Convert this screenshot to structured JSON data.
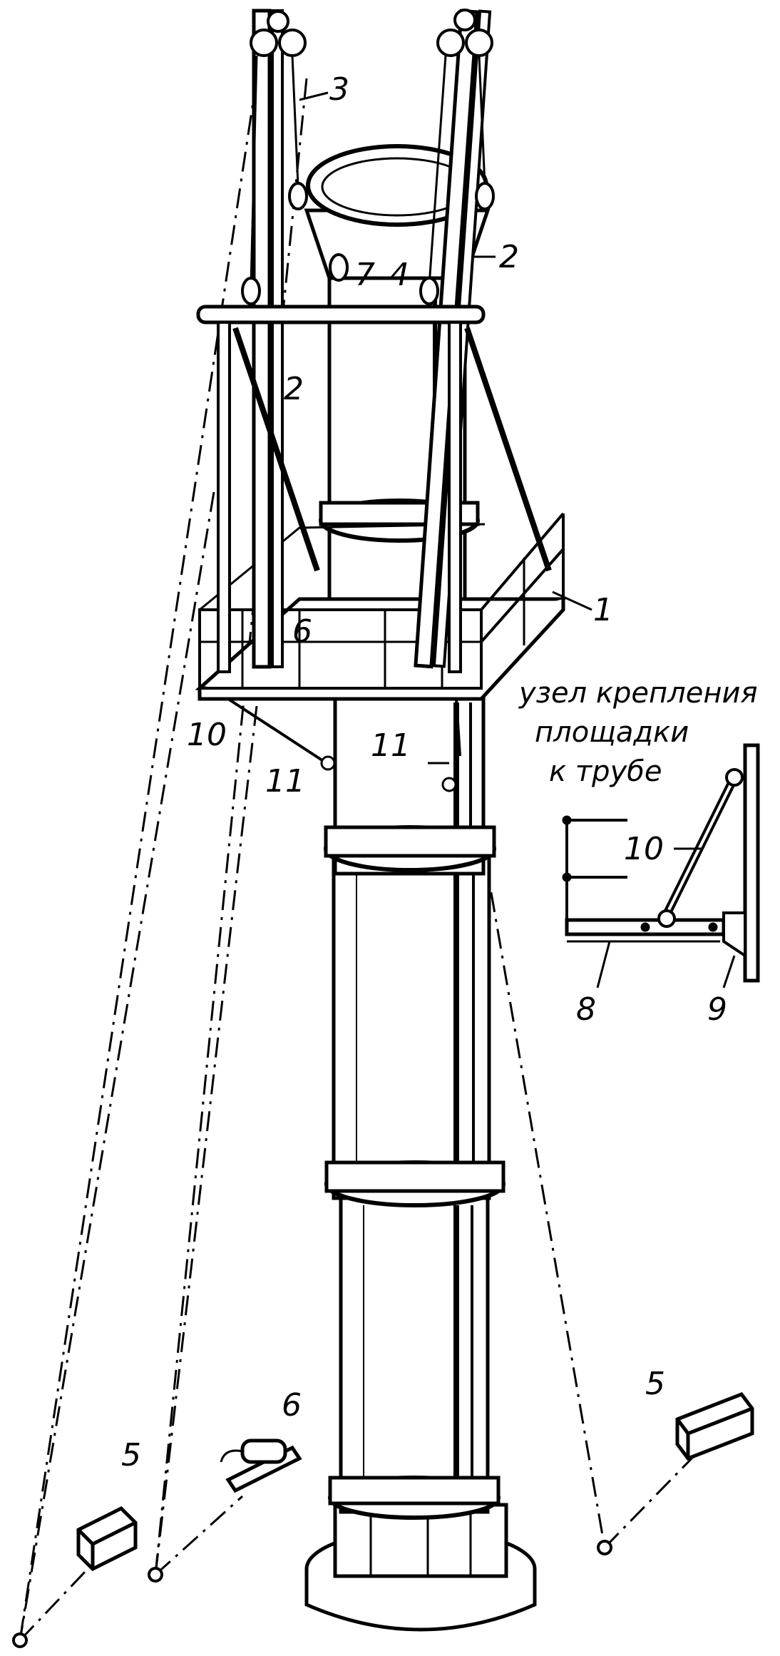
{
  "labels": {
    "n1": "1",
    "n2_top": "2",
    "n2_mid": "2",
    "n3": "3",
    "n4": "4",
    "n5_left": "5",
    "n5_right": "5",
    "n6_top": "6",
    "n6_bottom": "6",
    "n7": "7",
    "n8": "8",
    "n9": "9",
    "n10_main": "10",
    "n10_inset": "10",
    "n11_left": "11",
    "n11_right": "11"
  },
  "inset": {
    "title_line1": "узел крепления",
    "title_line2": "площадки",
    "title_line3": "к трубе"
  },
  "colors": {
    "ink": "#000000",
    "paper": "#ffffff"
  }
}
